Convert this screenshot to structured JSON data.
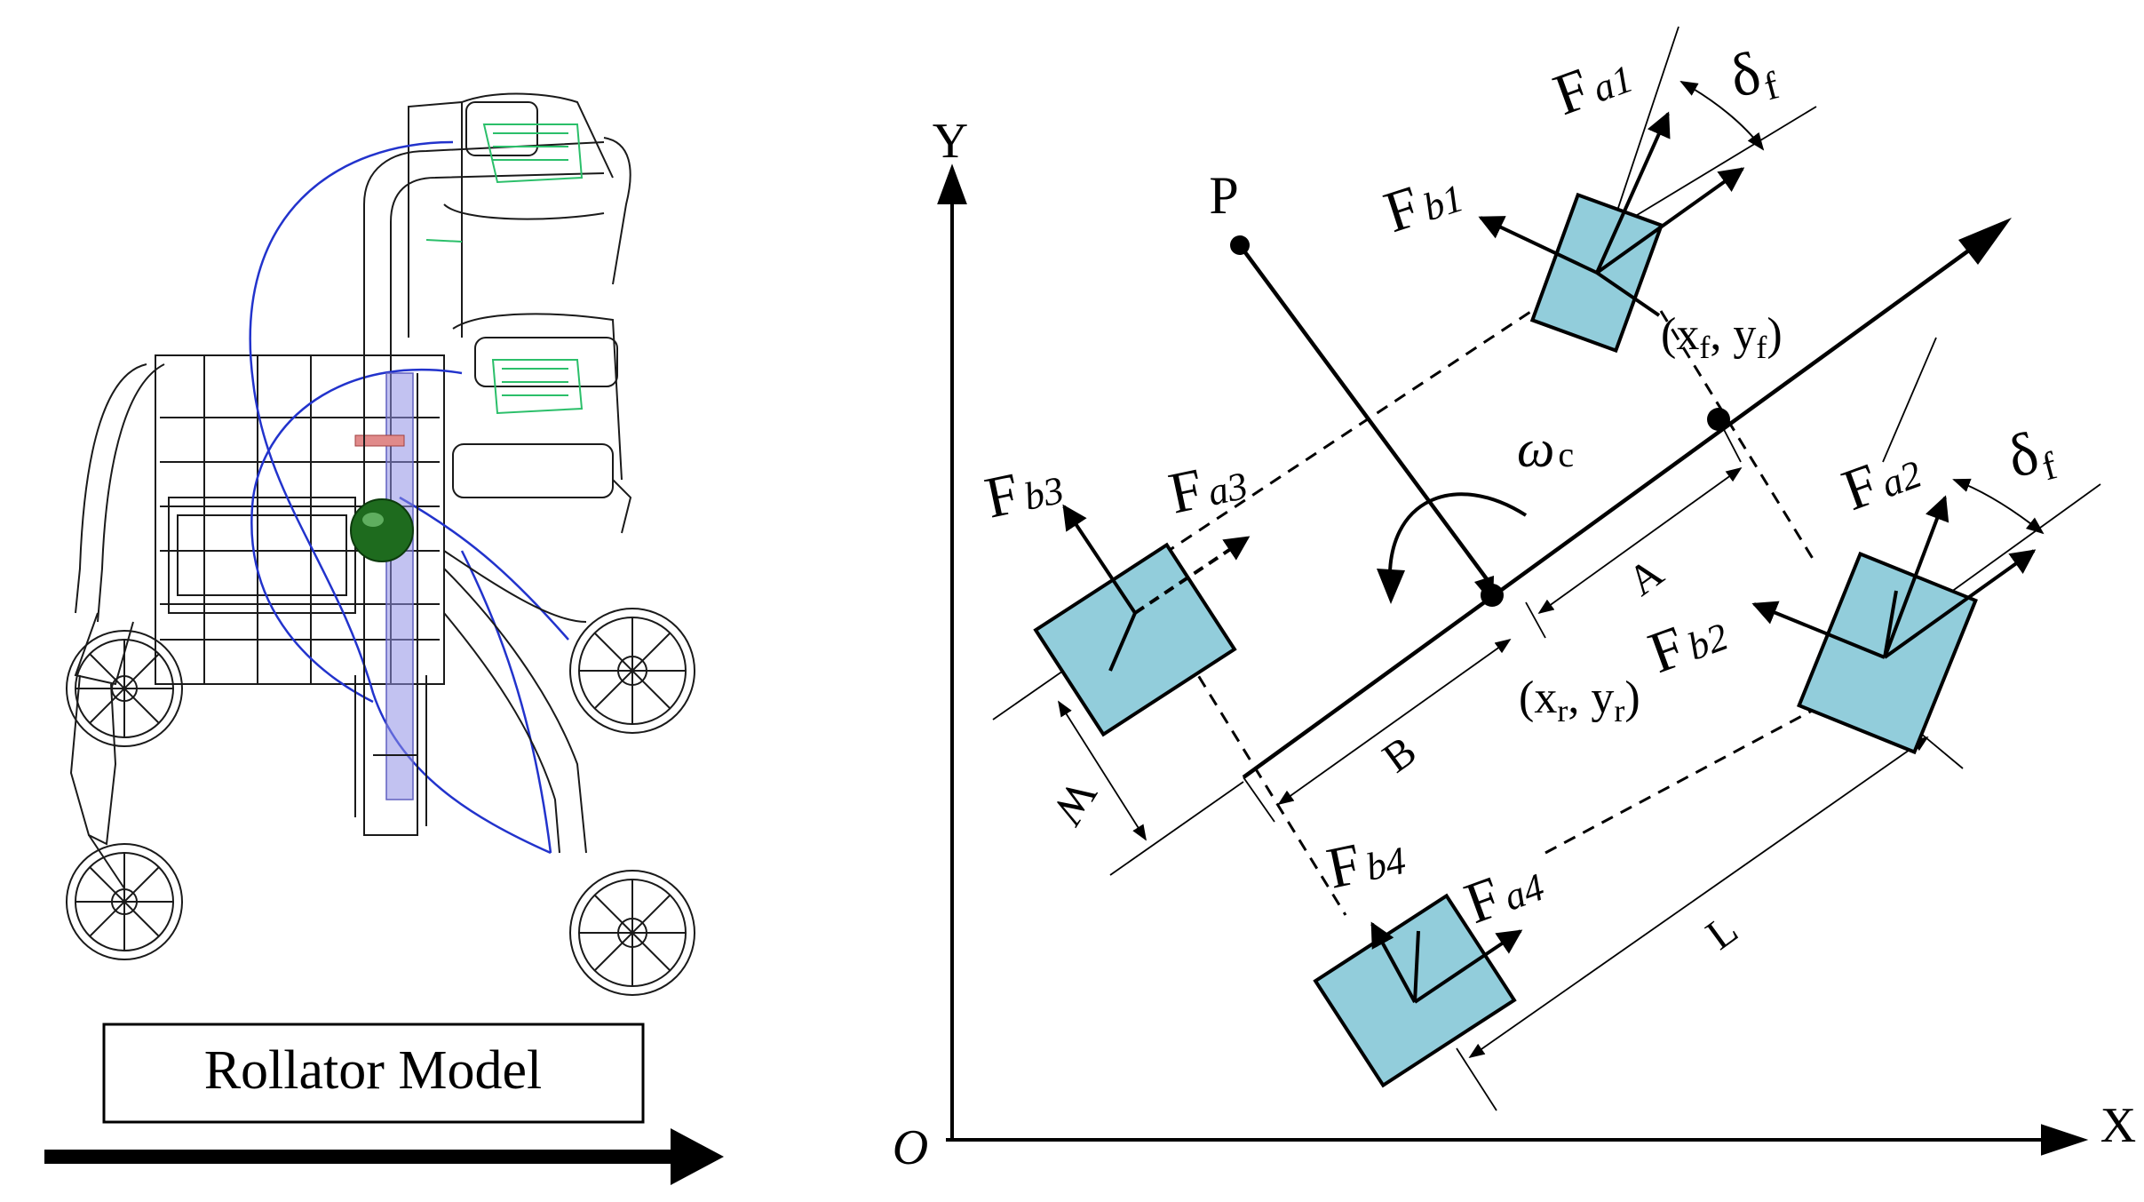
{
  "colors": {
    "wheel_fill": "#92cddb",
    "wheel_stroke": "#000000",
    "frame_line": "#1a1a1a",
    "brake_cable": "#2233cc",
    "handle_green": "#2bbf6a",
    "center_ball": "#1e6b1e",
    "column_blue": "#9090e6"
  },
  "left_panel": {
    "model_label": "Rollator Model"
  },
  "diagram": {
    "axis_y": "Y",
    "axis_x": "X",
    "origin": "O",
    "point_p": "P",
    "omega": {
      "base": "ω",
      "sub": "c"
    },
    "dim_a": "A",
    "dim_b": "B",
    "dim_l": "L",
    "dim_w": "W",
    "front_point": {
      "open": "(",
      "x": "x",
      "xsub": "f",
      "sep": ", ",
      "y": "y",
      "ysub": "f",
      "close": ")"
    },
    "rear_point": {
      "open": "(",
      "x": "x",
      "xsub": "r",
      "sep": ", ",
      "y": "y",
      "ysub": "r",
      "close": ")"
    },
    "delta_f1": {
      "base": "δ",
      "sub": "f"
    },
    "delta_f2": {
      "base": "δ",
      "sub": "f"
    },
    "forces": {
      "fa1": {
        "base": "F",
        "sub": "a1"
      },
      "fb1": {
        "base": "F",
        "sub": "b1"
      },
      "fa2": {
        "base": "F",
        "sub": "a2"
      },
      "fb2": {
        "base": "F",
        "sub": "b2"
      },
      "fa3": {
        "base": "F",
        "sub": "a3"
      },
      "fb3": {
        "base": "F",
        "sub": "b3"
      },
      "fa4": {
        "base": "F",
        "sub": "a4"
      },
      "fb4": {
        "base": "F",
        "sub": "b4"
      }
    }
  }
}
